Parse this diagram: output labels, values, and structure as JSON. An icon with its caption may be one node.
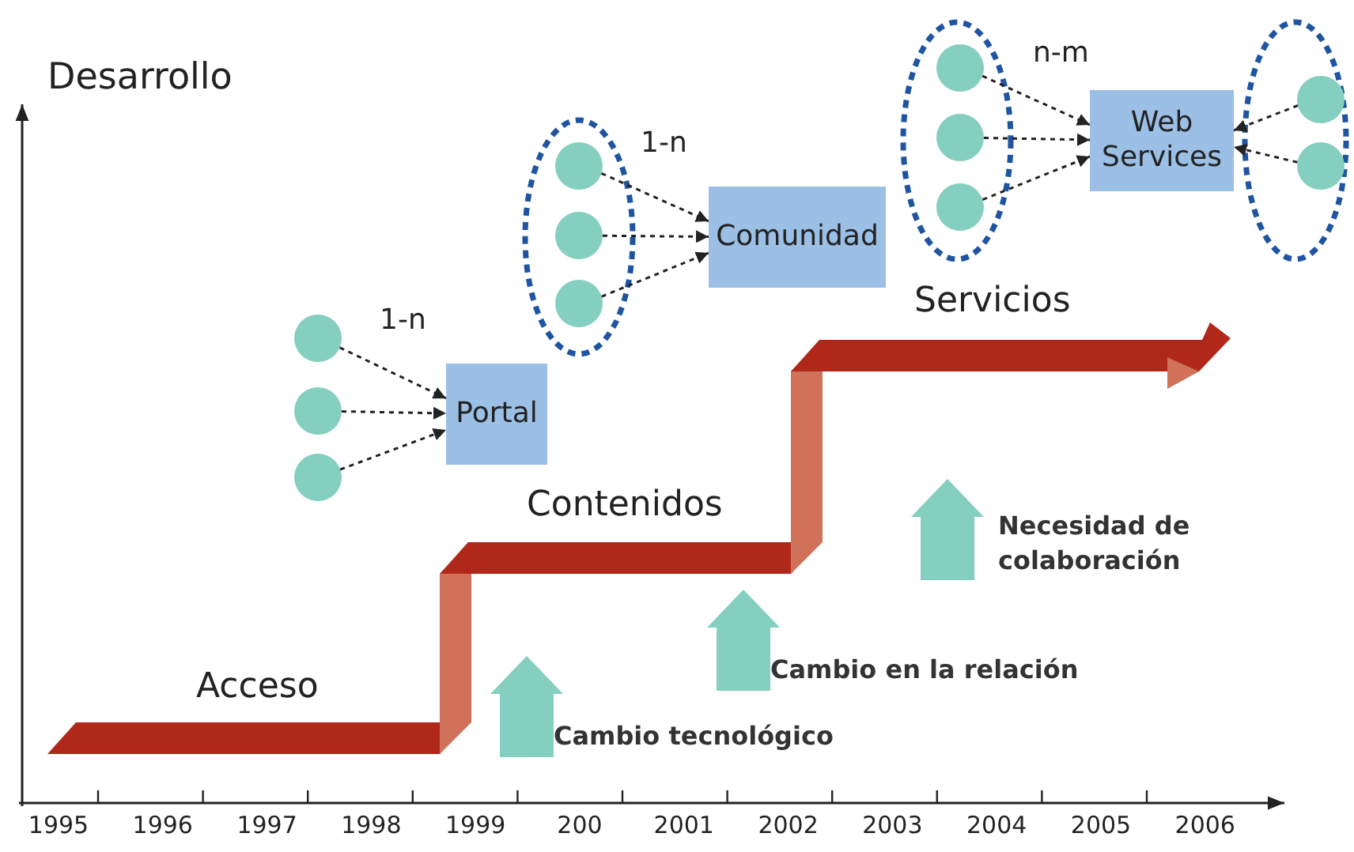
{
  "diagram": {
    "nodes": [
      {
        "text": [],
        "shape": "circle"
      },
      {
        "text": [],
        "shape": "circle"
      },
      {
        "text": [],
        "shape": "circle"
      },
      {
        "text": [
          "Portal"
        ]
      },
      {
        "text": [],
        "shape": "ellipse"
      },
      {
        "text": [],
        "shape": "circle",
        "in": 4
      },
      {
        "text": [],
        "shape": "circle",
        "in": 4
      },
      {
        "text": [],
        "shape": "circle",
        "in": 4
      },
      {
        "text": [
          "Comunidad"
        ]
      },
      {
        "text": [],
        "shape": "ellipse"
      },
      {
        "text": [],
        "shape": "circle",
        "in": 9
      },
      {
        "text": [],
        "shape": "circle",
        "in": 9
      },
      {
        "text": [],
        "shape": "circle",
        "in": 9
      },
      {
        "text": [
          "Web Services"
        ]
      },
      {
        "text": [],
        "shape": "ellipse"
      },
      {
        "text": [],
        "shape": "circle",
        "in": 14
      },
      {
        "text": [],
        "shape": "circle",
        "in": 14
      }
    ],
    "edges": [
      {
        "from": 0,
        "to": 3,
        "arrow": "to",
        "style": "dashed"
      },
      {
        "from": 1,
        "to": 3,
        "arrow": "to",
        "style": "dashed"
      },
      {
        "from": 2,
        "to": 3,
        "arrow": "to",
        "style": "dashed"
      },
      {
        "from": 5,
        "to": 8,
        "arrow": "to",
        "style": "dashed"
      },
      {
        "from": 6,
        "to": 8,
        "arrow": "to",
        "style": "dashed"
      },
      {
        "from": 7,
        "to": 8,
        "arrow": "to",
        "style": "dashed"
      },
      {
        "from": 10,
        "to": 13,
        "arrow": "to",
        "style": "dashed"
      },
      {
        "from": 11,
        "to": 13,
        "arrow": "to",
        "style": "dashed"
      },
      {
        "from": 12,
        "to": 13,
        "arrow": "to",
        "style": "dashed"
      },
      {
        "from": 15,
        "to": 13,
        "arrow": "to",
        "style": "dashed"
      },
      {
        "from": 16,
        "to": 13,
        "arrow": "to",
        "style": "dashed"
      }
    ],
    "labels": [
      "n-m",
      "Desarrollo",
      "1-n",
      "Servicios",
      "1-n",
      "Contenidos",
      "Necesidad de colaboración",
      "Cambio en la relación",
      "Acceso",
      "Cambio tecnológico",
      "1995",
      "1996",
      "1997",
      "1998",
      "1999",
      "200",
      "2001",
      "2002",
      "2003",
      "2004",
      "2005",
      "2006"
    ]
  }
}
